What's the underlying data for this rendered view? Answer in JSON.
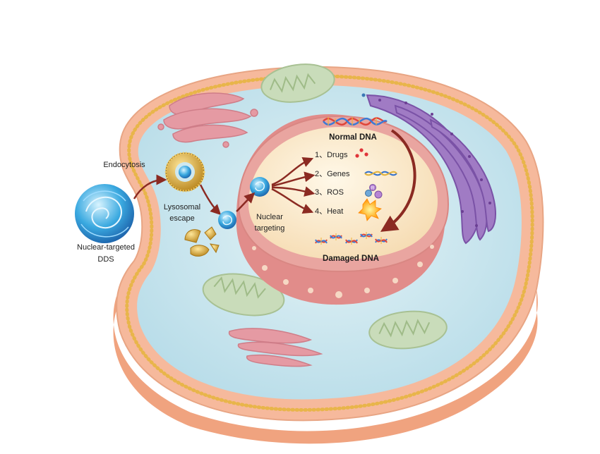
{
  "labels": {
    "endocytosis": "Endocytosis",
    "lysosomal_escape_1": "Lysosomal",
    "lysosomal_escape_2": "escape",
    "nuclear_targeting_1": "Nuclear",
    "nuclear_targeting_2": "targeting",
    "dds_1": "Nuclear-targeted",
    "dds_2": "DDS",
    "normal_dna": "Normal DNA",
    "damaged_dna": "Damaged DNA"
  },
  "mechanisms": [
    {
      "label": "1、Drugs"
    },
    {
      "label": "2、Genes"
    },
    {
      "label": "3、ROS"
    },
    {
      "label": "4、Heat"
    }
  ],
  "ros_symbol": "R",
  "colors": {
    "membrane_outer": "#f4b596",
    "membrane_bead": "#e8b54a",
    "cytoplasm": "#cfe8ef",
    "nucleus_outer": "#e79c98",
    "nucleoplasm": "#fbedd2",
    "er": "#8d62b3",
    "golgi": "#e59aa3",
    "mitochondria": "#c9dcba",
    "arrow": "#8b2a22",
    "nanoparticle": "#3aa9e0"
  }
}
